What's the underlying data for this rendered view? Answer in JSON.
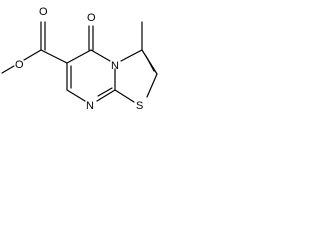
{
  "molecule": {
    "atoms": [
      {
        "id": "O_ester",
        "label": "O"
      },
      {
        "id": "O_carbonyl",
        "label": "O"
      },
      {
        "id": "O_ketone",
        "label": "O"
      },
      {
        "id": "N_bridge",
        "label": "N"
      },
      {
        "id": "N_ring",
        "label": "N"
      },
      {
        "id": "S_ring",
        "label": "S"
      }
    ],
    "colors": {
      "bond": "#000000",
      "label": "#000000",
      "background": "#ffffff"
    }
  }
}
